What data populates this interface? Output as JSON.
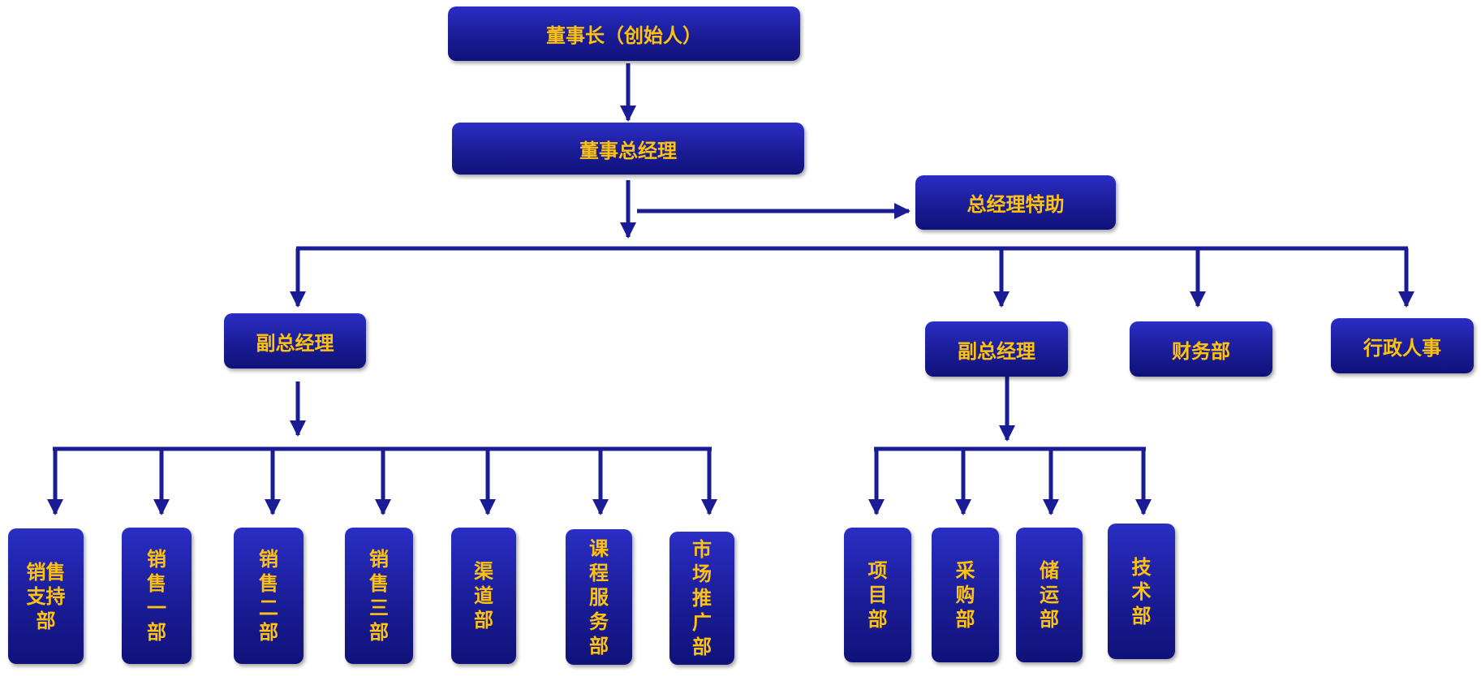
{
  "colors": {
    "box_fill": "#1a1c96",
    "text": "#ffc20e",
    "line": "#1a1c96"
  },
  "nodes": {
    "chairman": "董事长（创始人）",
    "gm": "董事总经理",
    "gm_assistant": "总经理特助",
    "vp_left": "副总经理",
    "vp_right": "副总经理",
    "finance": "财务部",
    "admin_hr": "行政人事",
    "dept_sales_support": "销售支持部",
    "dept_sales1": "销售一部",
    "dept_sales2": "销售二部",
    "dept_sales3": "销售三部",
    "dept_channel": "渠道部",
    "dept_course_service": "课程服务部",
    "dept_marketing": "市场推广部",
    "dept_project": "项目部",
    "dept_purchase": "采购部",
    "dept_logistics": "储运部",
    "dept_tech": "技术部"
  }
}
